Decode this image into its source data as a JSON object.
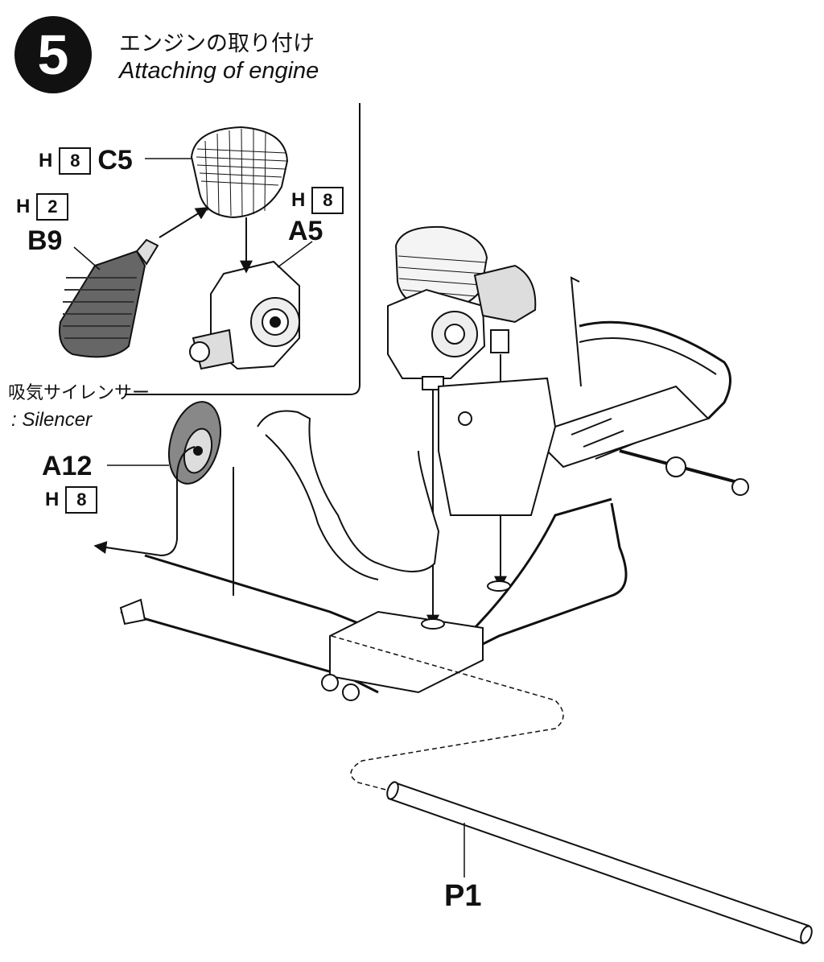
{
  "step": {
    "number": "5",
    "title_jp": "エンジンの取り付け",
    "title_en": "Attaching of engine"
  },
  "parts": {
    "c5": {
      "h": "H",
      "h_num": "8",
      "label": "C5"
    },
    "b9": {
      "h": "H",
      "h_num": "2",
      "label": "B9"
    },
    "a5": {
      "h": "H",
      "h_num": "8",
      "label": "A5"
    },
    "a12": {
      "h": "H",
      "h_num": "8",
      "label": "A12"
    },
    "p1": {
      "label": "P1"
    }
  },
  "notes": {
    "silencer_jp": "吸気サイレンサー",
    "silencer_en": ": Silencer"
  }
}
